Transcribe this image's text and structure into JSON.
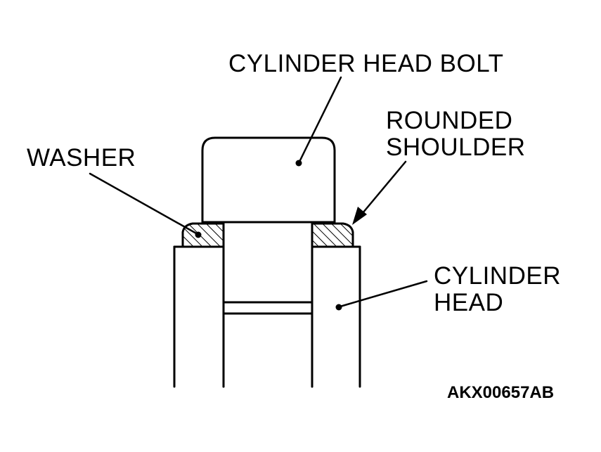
{
  "labels": {
    "bolt": "CYLINDER HEAD BOLT",
    "washer": "WASHER",
    "shoulder_line1": "ROUNDED",
    "shoulder_line2": "SHOULDER",
    "head_line1": "CYLINDER",
    "head_line2": "HEAD"
  },
  "figure_code": "AKX00657AB"
}
